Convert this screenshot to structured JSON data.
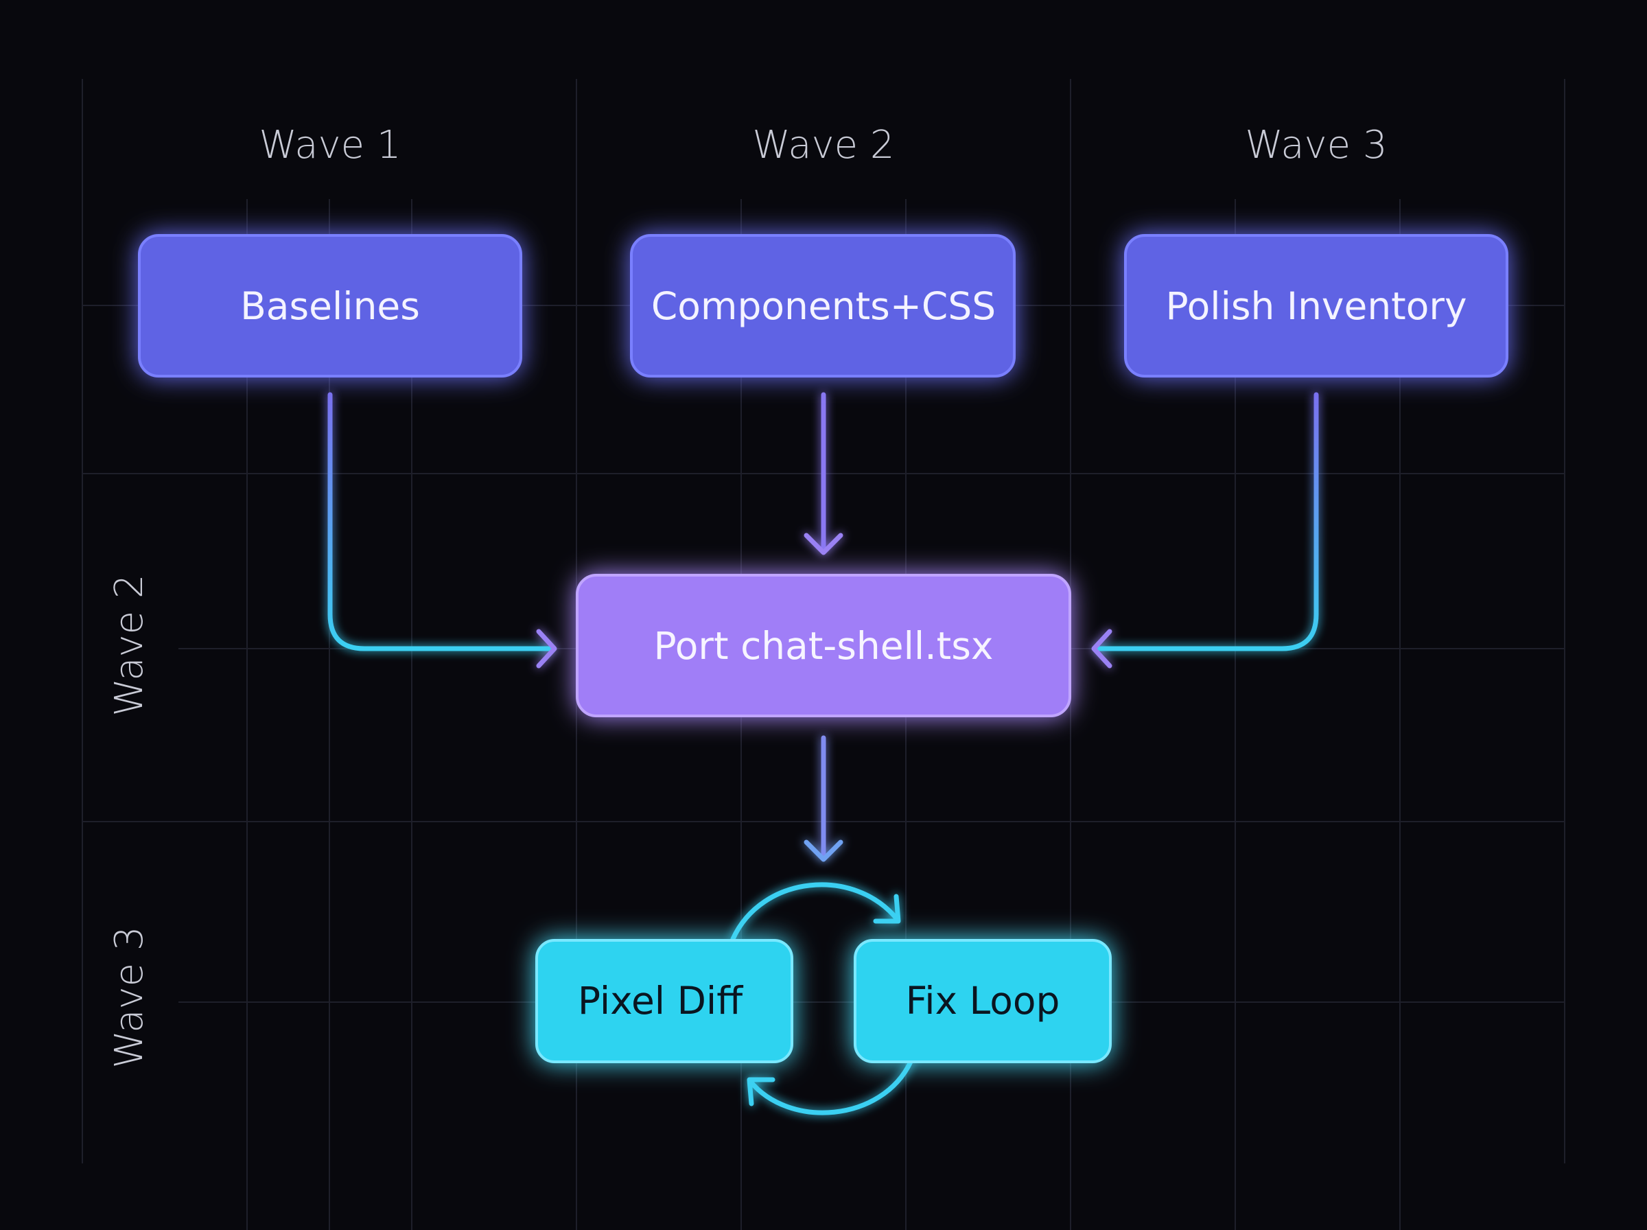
{
  "columns": [
    {
      "label": "Wave 1"
    },
    {
      "label": "Wave 2"
    },
    {
      "label": "Wave 3"
    }
  ],
  "rows": [
    {
      "label": "Wave 2"
    },
    {
      "label": "Wave 3"
    }
  ],
  "nodes": {
    "baselines": {
      "label": "Baselines"
    },
    "components": {
      "label": "Components+CSS"
    },
    "polish": {
      "label": "Polish Inventory"
    },
    "port": {
      "label": "Port chat-shell.tsx"
    },
    "pixel_diff": {
      "label": "Pixel Diff"
    },
    "fix_loop": {
      "label": "Fix Loop"
    }
  },
  "colors": {
    "background": "#08080d",
    "grid": "#1e1f2a",
    "label_text": "#c9cbd6",
    "wave1_node": "#5f63e4",
    "wave1_border": "#7a80ff",
    "wave2_node": "#a07ef7",
    "wave2_border": "#c0a5ff",
    "wave3_node": "#2dd3f0",
    "wave3_border": "#7ae8ff",
    "arrow_violet": "#9a82f4",
    "arrow_cyan": "#3bd0f2",
    "node_text_light": "#f4f3ff",
    "node_text_dark": "#0a1520"
  }
}
